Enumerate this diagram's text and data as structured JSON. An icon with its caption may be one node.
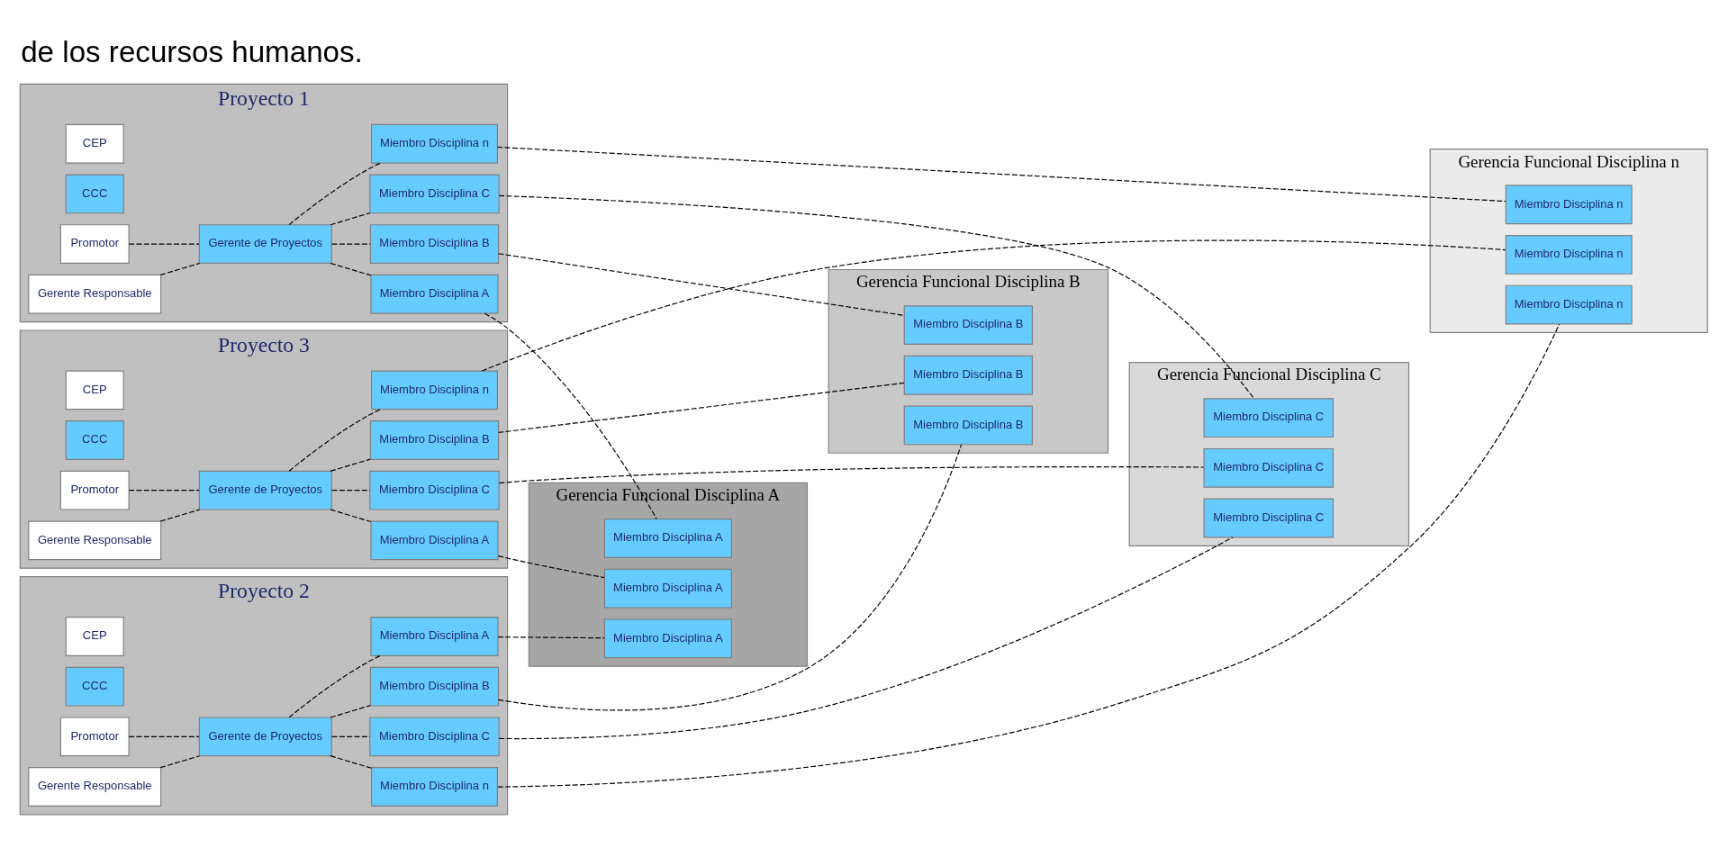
{
  "diagram": {
    "title": "de los recursos humanos.",
    "nodes": [
      {
        "text": [
          "Proyecto 1"
        ]
      },
      {
        "text": [
          "CEP"
        ],
        "in": 0
      },
      {
        "text": [
          "CCC"
        ],
        "in": 0
      },
      {
        "text": [
          "Promotor"
        ],
        "in": 0
      },
      {
        "text": [
          "Gerente de Proyectos"
        ],
        "in": 0
      },
      {
        "text": [
          "Gerente Responsable"
        ],
        "in": 0
      },
      {
        "text": [
          "Miembro Disciplina A"
        ],
        "in": 0
      },
      {
        "text": [
          "Miembro Disciplina B"
        ],
        "in": 0
      },
      {
        "text": [
          "Miembro Disciplina C"
        ],
        "in": 0
      },
      {
        "text": [
          "Miembro Disciplina n"
        ],
        "in": 0
      },
      {
        "text": [
          "Proyecto 2"
        ]
      },
      {
        "text": [
          "CEP"
        ],
        "in": 10
      },
      {
        "text": [
          "CCC"
        ],
        "in": 10
      },
      {
        "text": [
          "Promotor"
        ],
        "in": 10
      },
      {
        "text": [
          "Gerente de Proyectos"
        ],
        "in": 10
      },
      {
        "text": [
          "Gerente Responsable"
        ],
        "in": 10
      },
      {
        "text": [
          "Miembro Disciplina A"
        ],
        "in": 10
      },
      {
        "text": [
          "Miembro Disciplina B"
        ],
        "in": 10
      },
      {
        "text": [
          "Miembro Disciplina C"
        ],
        "in": 10
      },
      {
        "text": [
          "Miembro Disciplina n"
        ],
        "in": 10
      },
      {
        "text": [
          "Proyecto 3"
        ]
      },
      {
        "text": [
          "CEP"
        ],
        "in": 20
      },
      {
        "text": [
          "CCC"
        ],
        "in": 20
      },
      {
        "text": [
          "Promotor"
        ],
        "in": 20
      },
      {
        "text": [
          "Gerente de Proyectos"
        ],
        "in": 20
      },
      {
        "text": [
          "Gerente Responsable"
        ],
        "in": 20
      },
      {
        "text": [
          "Miembro Disciplina A"
        ],
        "in": 20
      },
      {
        "text": [
          "Miembro Disciplina B"
        ],
        "in": 20
      },
      {
        "text": [
          "Miembro Disciplina C"
        ],
        "in": 20
      },
      {
        "text": [
          "Miembro Disciplina n"
        ],
        "in": 20
      },
      {
        "text": [
          "Gerencia Funcional Disciplina A"
        ]
      },
      {
        "text": [
          "Miembro Disciplina A"
        ],
        "in": 30
      },
      {
        "text": [
          "Miembro Disciplina A"
        ],
        "in": 30
      },
      {
        "text": [
          "Miembro Disciplina A"
        ],
        "in": 30
      },
      {
        "text": [
          "Gerencia Funcional Disciplina B"
        ]
      },
      {
        "text": [
          "Miembro Disciplina B"
        ],
        "in": 34
      },
      {
        "text": [
          "Miembro Disciplina B"
        ],
        "in": 34
      },
      {
        "text": [
          "Miembro Disciplina B"
        ],
        "in": 34
      },
      {
        "text": [
          "Gerencia Funcional Disciplina C"
        ]
      },
      {
        "text": [
          "Miembro Disciplina C"
        ],
        "in": 38
      },
      {
        "text": [
          "Miembro Disciplina C"
        ],
        "in": 38
      },
      {
        "text": [
          "Miembro Disciplina C"
        ],
        "in": 38
      },
      {
        "text": [
          "Gerencia Funcional Disciplina n"
        ]
      },
      {
        "text": [
          "Miembro Disciplina n"
        ],
        "in": 42
      },
      {
        "text": [
          "Miembro Disciplina n"
        ],
        "in": 42
      },
      {
        "text": [
          "Miembro Disciplina n"
        ],
        "in": 42
      }
    ],
    "edges": [
      {
        "from": 3,
        "to": 4,
        "arrow": "none",
        "style": "dashed"
      },
      {
        "from": 5,
        "to": 4,
        "arrow": "none",
        "style": "dashed"
      },
      {
        "from": 4,
        "to": 6,
        "arrow": "none",
        "style": "dashed"
      },
      {
        "from": 4,
        "to": 7,
        "arrow": "none",
        "style": "dashed"
      },
      {
        "from": 4,
        "to": 8,
        "arrow": "none",
        "style": "dashed"
      },
      {
        "from": 4,
        "to": 9,
        "arrow": "none",
        "style": "dashed"
      },
      {
        "from": 13,
        "to": 14,
        "arrow": "none",
        "style": "dashed"
      },
      {
        "from": 15,
        "to": 14,
        "arrow": "none",
        "style": "dashed"
      },
      {
        "from": 14,
        "to": 16,
        "arrow": "none",
        "style": "dashed"
      },
      {
        "from": 14,
        "to": 17,
        "arrow": "none",
        "style": "dashed"
      },
      {
        "from": 14,
        "to": 18,
        "arrow": "none",
        "style": "dashed"
      },
      {
        "from": 14,
        "to": 19,
        "arrow": "none",
        "style": "dashed"
      },
      {
        "from": 23,
        "to": 24,
        "arrow": "none",
        "style": "dashed"
      },
      {
        "from": 25,
        "to": 24,
        "arrow": "none",
        "style": "dashed"
      },
      {
        "from": 24,
        "to": 26,
        "arrow": "none",
        "style": "dashed"
      },
      {
        "from": 24,
        "to": 27,
        "arrow": "none",
        "style": "dashed"
      },
      {
        "from": 24,
        "to": 28,
        "arrow": "none",
        "style": "dashed"
      },
      {
        "from": 24,
        "to": 29,
        "arrow": "none",
        "style": "dashed"
      },
      {
        "from": 6,
        "to": 31,
        "arrow": "none",
        "style": "dashed"
      },
      {
        "from": 7,
        "to": 35,
        "arrow": "none",
        "style": "dashed"
      },
      {
        "from": 8,
        "to": 39,
        "arrow": "none",
        "style": "dashed"
      },
      {
        "from": 9,
        "to": 43,
        "arrow": "none",
        "style": "dashed"
      },
      {
        "from": 16,
        "to": 32,
        "arrow": "none",
        "style": "dashed"
      },
      {
        "from": 17,
        "to": 36,
        "arrow": "none",
        "style": "dashed"
      },
      {
        "from": 18,
        "to": 40,
        "arrow": "none",
        "style": "dashed"
      },
      {
        "from": 19,
        "to": 44,
        "arrow": "none",
        "style": "dashed"
      },
      {
        "from": 26,
        "to": 33,
        "arrow": "none",
        "style": "dashed"
      },
      {
        "from": 27,
        "to": 37,
        "arrow": "none",
        "style": "dashed"
      },
      {
        "from": 28,
        "to": 41,
        "arrow": "none",
        "style": "dashed"
      },
      {
        "from": 29,
        "to": 45,
        "arrow": "none",
        "style": "dashed"
      }
    ]
  }
}
